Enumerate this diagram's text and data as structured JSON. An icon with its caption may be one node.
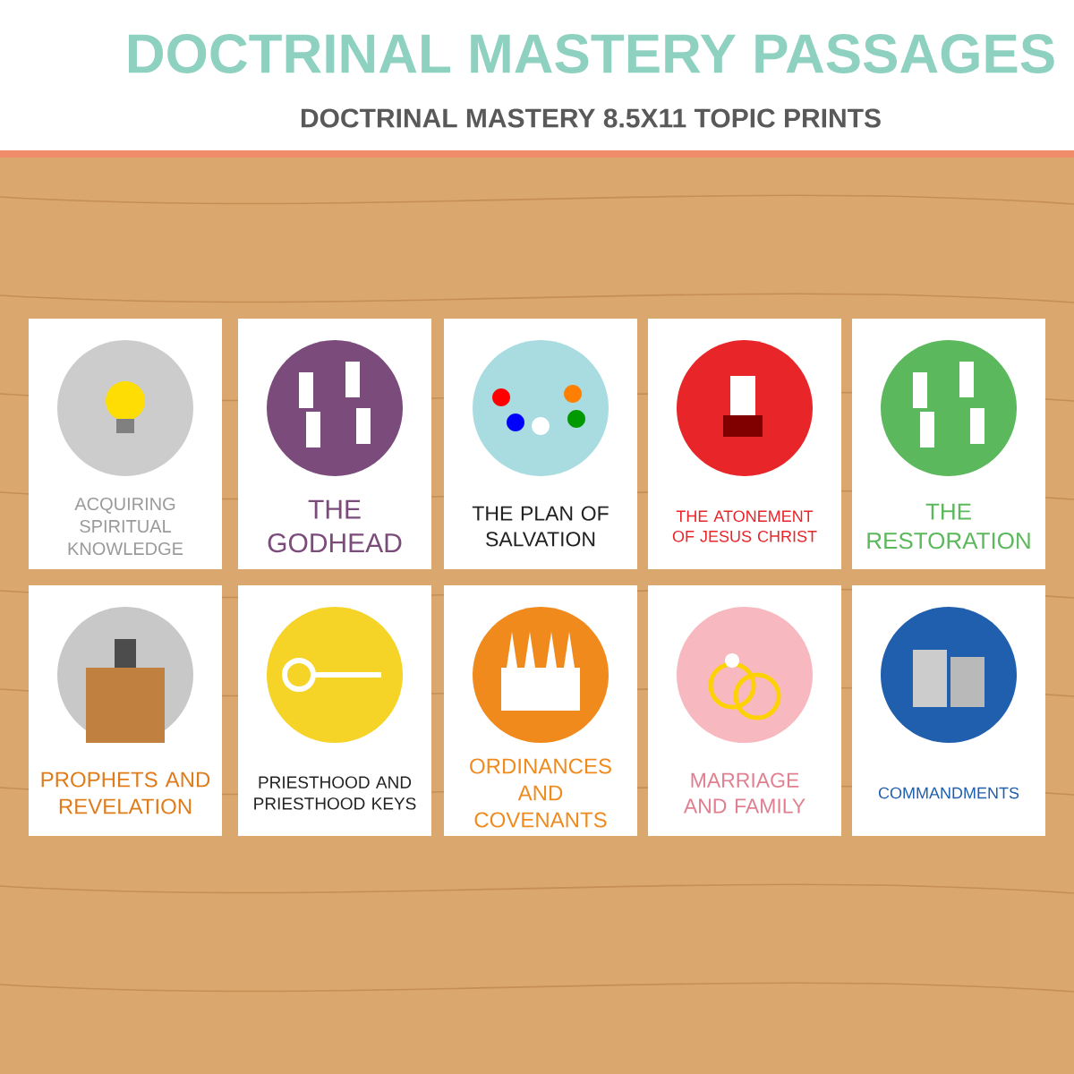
{
  "diagram": {
    "title": "DOCTRINAL MASTERY PASSAGES",
    "nodes": [
      {
        "text": [
          "ACQUIRING SPIRITUAL KNOWLEDGE"
        ]
      },
      {
        "text": [
          "THE GODHEAD"
        ]
      },
      {
        "text": [
          "THE PLAN OF SALVATION"
        ]
      },
      {
        "text": [
          "THE ATONEMENT OF JESUS CHRIST"
        ]
      },
      {
        "text": [
          "THE RESTORATION"
        ]
      },
      {
        "text": [
          "PROPHETS AND REVELATION"
        ]
      },
      {
        "text": [
          "PRIESTHOOD AND PRIESTHOOD KEYS"
        ]
      },
      {
        "text": [
          "ORDINANCES AND COVENANTS"
        ]
      },
      {
        "text": [
          "MARRIAGE AND FAMILY"
        ]
      },
      {
        "text": [
          "COMMANDMENTS"
        ]
      }
    ],
    "labels": [
      "DOCTRINAL MASTERY 8.5X11 TOPIC PRINTS"
    ]
  }
}
